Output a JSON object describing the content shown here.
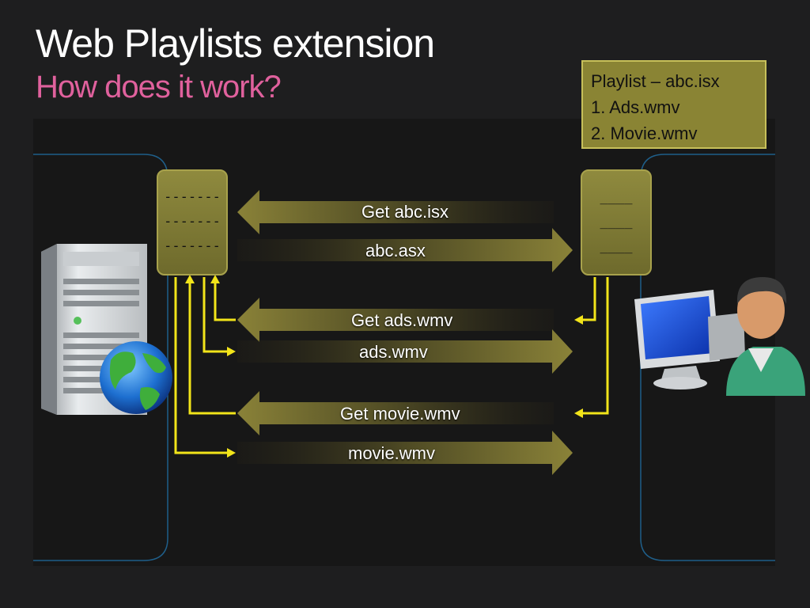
{
  "title": "Web Playlists extension",
  "subtitle": "How does it work?",
  "playlist": {
    "lines": [
      "Playlist – abc.isx",
      "1. Ads.wmv",
      "2. Movie.wmv"
    ]
  },
  "server_doc": {
    "lines": [
      "-------",
      "-------",
      "-------"
    ]
  },
  "client_doc": {
    "lines": [
      "____",
      "____",
      "____"
    ]
  },
  "messages": [
    {
      "label": "Get abc.isx",
      "direction": "to-server"
    },
    {
      "label": "abc.asx",
      "direction": "to-client"
    },
    {
      "label": "Get ads.wmv",
      "direction": "to-server"
    },
    {
      "label": "ads.wmv",
      "direction": "to-client"
    },
    {
      "label": "Get movie.wmv",
      "direction": "to-server"
    },
    {
      "label": "movie.wmv",
      "direction": "to-client"
    }
  ],
  "icons": {
    "server": "server-icon",
    "globe": "globe-icon",
    "client": "computer-user-icon"
  },
  "colors": {
    "title": "#ffffff",
    "subtitle": "#e0619d",
    "arrow": "#7a7436",
    "connector": "#f2e41a",
    "swimlane": "#1f5f8a"
  }
}
